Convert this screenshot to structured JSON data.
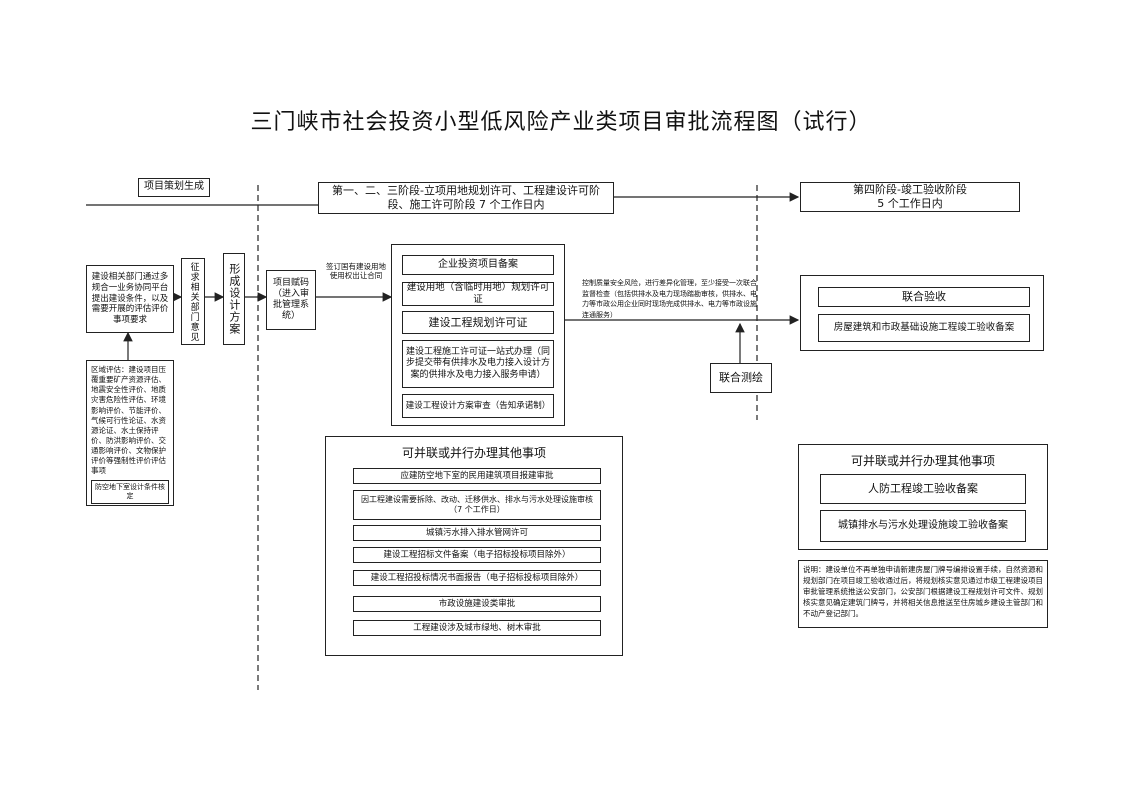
{
  "title": "三门峡市社会投资小型低风险产业类项目审批流程图（试行）",
  "start": "项目策划生成",
  "stage123": "第一、二、三阶段-立项用地规划许可、工程建设许可阶段、施工许可阶段 7 个工作日内",
  "stage4": {
    "line1": "第四阶段-竣工验收阶段",
    "line2": "5 个工作日内"
  },
  "left_platform": "建设相关部门通过多规合一业务协同平台提出建设条件，以及需要开展的评估评价事项要求",
  "regional_eval": "区域评估：建设项目压覆重要矿产资源评估、地震安全性评价、地质灾害危险性评估、环境影响评价、节能评价、气候可行性论证、水资源论证、水土保持评价、防洪影响评价、交通影响评价、文物保护评价等强制性评价评估事项",
  "civil_air": "防空地下室设计条件核定",
  "consult": "征求相关部门意见",
  "design_plan": "形成设计方案",
  "project_code": "项目赋码（进入审批管理系统）",
  "land_contract": "签订国有建设用地使用权出让合同",
  "col2_items": [
    "企业投资项目备案",
    "建设用地（含临时用地）规划许可证",
    "建设工程规划许可证",
    "建设工程施工许可证一站式办理（同步提交带有供排水及电力接入设计方案的供排水及电力接入服务申请）",
    "建设工程设计方案审查（告知承诺制）"
  ],
  "mid_note": "控制质量安全风险，进行差异化管理，至少接受一次联合监督检查（包括供排水及电力现场踏勘审核，供排水、电力等市政公用企业同时现场完成供排水、电力等市政设施连通服务）",
  "joint_accept": "联合验收",
  "house_accept": "房屋建筑和市政基础设施工程竣工验收备案",
  "joint_survey": "联合测绘",
  "parallel_title": "可并联或并行办理其他事项",
  "parallel_items": [
    "应建防空地下室的民用建筑项目报建审批",
    "因工程建设需要拆除、改动、迁移供水、排水与污水处理设施审核（7 个工作日）",
    "城镇污水排入排水管网许可",
    "建设工程招标文件备案（电子招标投标项目除外）",
    "建设工程招投标情况书面报告（电子招标投标项目除外）",
    "市政设施建设类审批",
    "工程建设涉及城市绿地、树木审批"
  ],
  "parallel_right_title": "可并联或并行办理其他事项",
  "parallel_right_items": [
    "人防工程竣工验收备案",
    "城镇排水与污水处理设施竣工验收备案"
  ],
  "note": "说明：建设单位不再单独申请新建房屋门牌号编排设置手续，自然资源和规划部门在项目竣工验收通过后，将规划核实意见通过市级工程建设项目审批管理系统推送公安部门，公安部门根据建设工程规划许可文件、规划核实意见确定建筑门牌号，并将相关信息推送至住房城乡建设主管部门和不动产登记部门。"
}
